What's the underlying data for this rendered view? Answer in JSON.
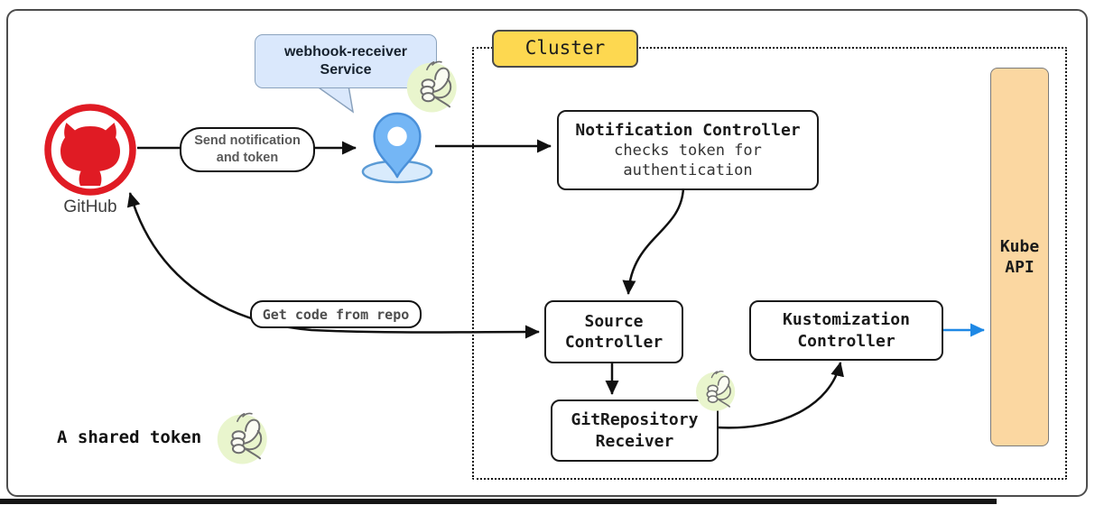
{
  "nodes": {
    "github": {
      "label": "GitHub"
    },
    "webhook_bubble": {
      "line1": "webhook-receiver",
      "line2": "Service"
    },
    "cluster": {
      "label": "Cluster"
    },
    "notification_controller": {
      "title": "Notification Controller",
      "desc1": "checks token for",
      "desc2": "authentication"
    },
    "source_controller": {
      "line1": "Source",
      "line2": "Controller"
    },
    "gitrepository_receiver": {
      "line1": "GitRepository",
      "line2": "Receiver"
    },
    "kustomization_controller": {
      "line1": "Kustomization",
      "line2": "Controller"
    },
    "kube_api": {
      "line1": "Kube",
      "line2": "API"
    }
  },
  "edge_labels": {
    "send_notification": {
      "line1": "Send notification",
      "line2": "and token"
    },
    "get_code": "Get code from repo"
  },
  "legend": {
    "shared_token": "A shared token"
  },
  "icons": {
    "github": "github-octocat-icon",
    "pin": "location-pin-icon",
    "hand": "hand-token-icon"
  },
  "colors": {
    "github_red": "#e01b24",
    "bubble_fill": "#dae8fc",
    "cluster_fill": "#fdd850",
    "kube_api_fill": "#fbd7a1",
    "hand_circle_fill": "#e9f5cd",
    "pin_fill": "#74b6f5",
    "arrow": "#111111",
    "kustomization_to_kube_arrow": "#1e88e5"
  }
}
